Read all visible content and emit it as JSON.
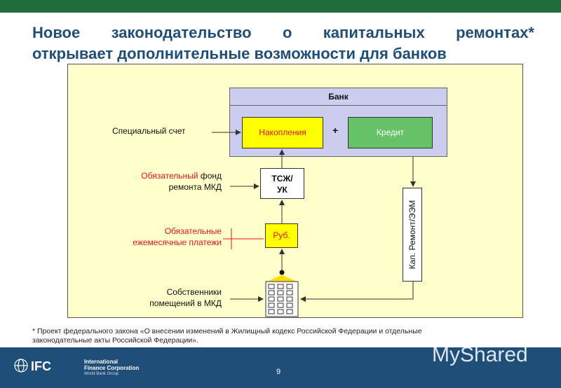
{
  "title": {
    "line1": "Новое законодательство о капитальных ремонтах*",
    "line2": "открывает дополнительные возможности для банков"
  },
  "diagram": {
    "bank_label": "Банк",
    "savings_label": "Накопления",
    "plus_sign": "+",
    "credit_label": "Кредит",
    "hoa_label_line1": "ТСЖ/",
    "hoa_label_line2": "УК",
    "rub_label": "Руб.",
    "kap_remont_label": "Кап. Ремонт/ЭЭМ",
    "special_account": "Специальный счет",
    "fund_red": "Обязательный",
    "fund_rest": " фонд",
    "fund_line2": "ремонта МКД",
    "payments_line1": "Обязательные",
    "payments_line2": "ежемесячные платежи",
    "owners_line1": "Собственники",
    "owners_line2": "помещений в МКД",
    "colors": {
      "panel": "#ffffcc",
      "bank": "#ccccee",
      "savings": "#ffff00",
      "credit": "#66c266",
      "accent_red": "#e8111e"
    }
  },
  "footnote": {
    "line1": "* Проект федерального закона «О внесении изменений в Жилищный кодекс Российской Федерации и отдельные",
    "line2": "законодательные акты Российской Федерации»."
  },
  "footer": {
    "logo_text": "IFC",
    "org_line1": "International",
    "org_line2": "Finance Corporation",
    "org_line3": "World Bank Group",
    "page_number": "9",
    "watermark": "MyShared"
  }
}
